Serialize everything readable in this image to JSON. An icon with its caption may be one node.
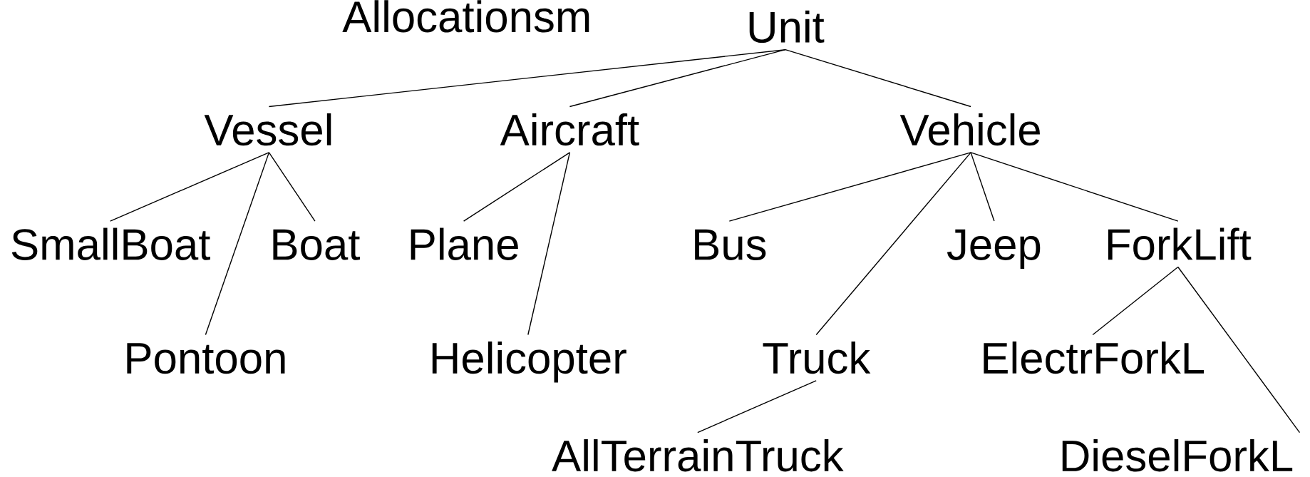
{
  "diagram": {
    "nodes": [
      {
        "text": [
          "Unit"
        ]
      },
      {
        "text": [
          "Vessel"
        ]
      },
      {
        "text": [
          "Aircraft"
        ]
      },
      {
        "text": [
          "Vehicle"
        ]
      },
      {
        "text": [
          "SmallBoat"
        ]
      },
      {
        "text": [
          "Boat"
        ]
      },
      {
        "text": [
          "Plane"
        ]
      },
      {
        "text": [
          "Bus"
        ]
      },
      {
        "text": [
          "Jeep"
        ]
      },
      {
        "text": [
          "ForkLift"
        ]
      },
      {
        "text": [
          "Pontoon"
        ]
      },
      {
        "text": [
          "Helicopter"
        ]
      },
      {
        "text": [
          "Truck"
        ]
      },
      {
        "text": [
          "ElectrForkL"
        ]
      },
      {
        "text": [
          "AllTerrainTruck"
        ]
      },
      {
        "text": [
          "DieselForkL"
        ]
      }
    ],
    "edges": [
      {
        "from": 0,
        "to": 1,
        "arrow": "none"
      },
      {
        "from": 0,
        "to": 2,
        "arrow": "none"
      },
      {
        "from": 0,
        "to": 3,
        "arrow": "none"
      },
      {
        "from": 1,
        "to": 4,
        "arrow": "none"
      },
      {
        "from": 1,
        "to": 5,
        "arrow": "none"
      },
      {
        "from": 1,
        "to": 10,
        "arrow": "none"
      },
      {
        "from": 2,
        "to": 6,
        "arrow": "none"
      },
      {
        "from": 2,
        "to": 11,
        "arrow": "none"
      },
      {
        "from": 3,
        "to": 7,
        "arrow": "none"
      },
      {
        "from": 3,
        "to": 12,
        "arrow": "none"
      },
      {
        "from": 3,
        "to": 8,
        "arrow": "none"
      },
      {
        "from": 3,
        "to": 9,
        "arrow": "none"
      },
      {
        "from": 12,
        "to": 14,
        "arrow": "none"
      },
      {
        "from": 9,
        "to": 13,
        "arrow": "none"
      },
      {
        "from": 9,
        "to": 15,
        "arrow": "none"
      }
    ],
    "labels": [
      "Allocationsm"
    ]
  }
}
